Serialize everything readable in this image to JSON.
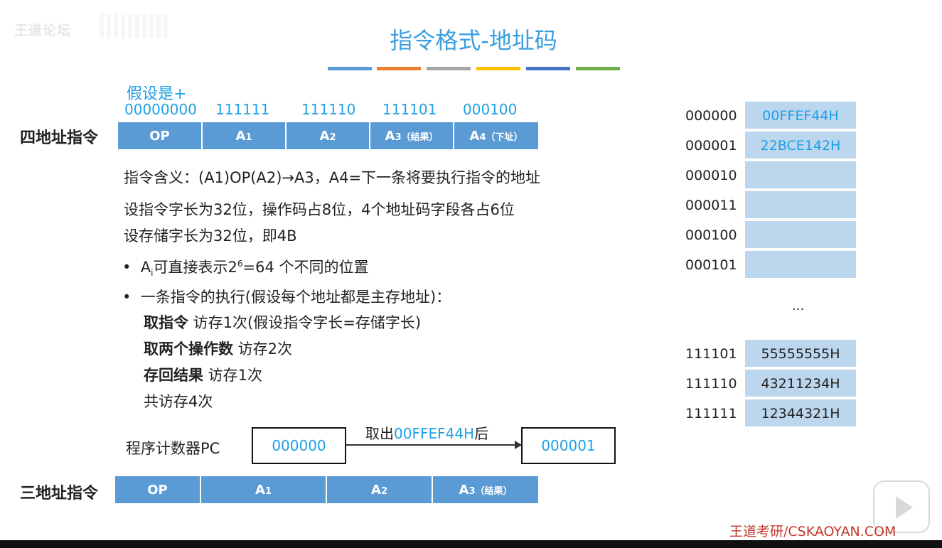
{
  "watermark": {
    "forum": "王道论坛"
  },
  "title": "指令格式-地址码",
  "color_bar": [
    "#5b9bd5",
    "#ed7d31",
    "#a5a5a5",
    "#ffc000",
    "#4472c4",
    "#70ad47"
  ],
  "four_addr": {
    "label": "四地址指令",
    "assume": "假设是+",
    "bits": [
      "00000000",
      "111111",
      "111110",
      "111101",
      "000100"
    ],
    "fields": [
      "OP",
      "A1",
      "A2",
      "A3",
      "（结果）",
      "A4",
      "（下址）"
    ]
  },
  "meaning": {
    "prefix": "指令含义：",
    "formula": "(A1)OP(A2)→A3，A4=下一条将要执行指令的地址"
  },
  "line_word_length": "设指令字长为32位，操作码占8位，4个地址码字段各占6位",
  "line_storage": "设存储字长为32位，即4B",
  "bullet1": {
    "a": "A",
    "sub": "i",
    "mid": "可直接表示2",
    "sup": "6",
    "tail": "=64 个不同的位置"
  },
  "bullet2": "一条指令的执行(假设每个地址都是主存地址)：",
  "steps": [
    {
      "bold": "取指令",
      "rest": " 访存1次(假设指令字长=存储字长)"
    },
    {
      "bold": "取两个操作数",
      "rest": " 访存2次"
    },
    {
      "bold": "存回结果",
      "rest": " 访存1次"
    },
    {
      "bold": "",
      "rest": "共访存4次"
    }
  ],
  "pc": {
    "label": "程序计数器PC",
    "before": "000000",
    "arrow_prefix": "取出",
    "arrow_value": "00FFEF44H",
    "arrow_suffix": "后",
    "after": "000001"
  },
  "three_addr": {
    "label": "三地址指令",
    "fields": [
      "OP",
      "A1",
      "A2",
      "A3",
      "（结果）"
    ]
  },
  "memory": {
    "rows": [
      {
        "addr": "000000",
        "value": "00FFEF44H"
      },
      {
        "addr": "000001",
        "value": "22BCE142H"
      },
      {
        "addr": "000010",
        "value": ""
      },
      {
        "addr": "000011",
        "value": ""
      },
      {
        "addr": "000100",
        "value": ""
      },
      {
        "addr": "000101",
        "value": ""
      }
    ],
    "ellipsis": "...",
    "rows_bottom": [
      {
        "addr": "111101",
        "value": "55555555H"
      },
      {
        "addr": "111110",
        "value": "43211234H"
      },
      {
        "addr": "111111",
        "value": "12344321H"
      }
    ]
  },
  "footer": "王道考研/CSKAOYAN.COM"
}
